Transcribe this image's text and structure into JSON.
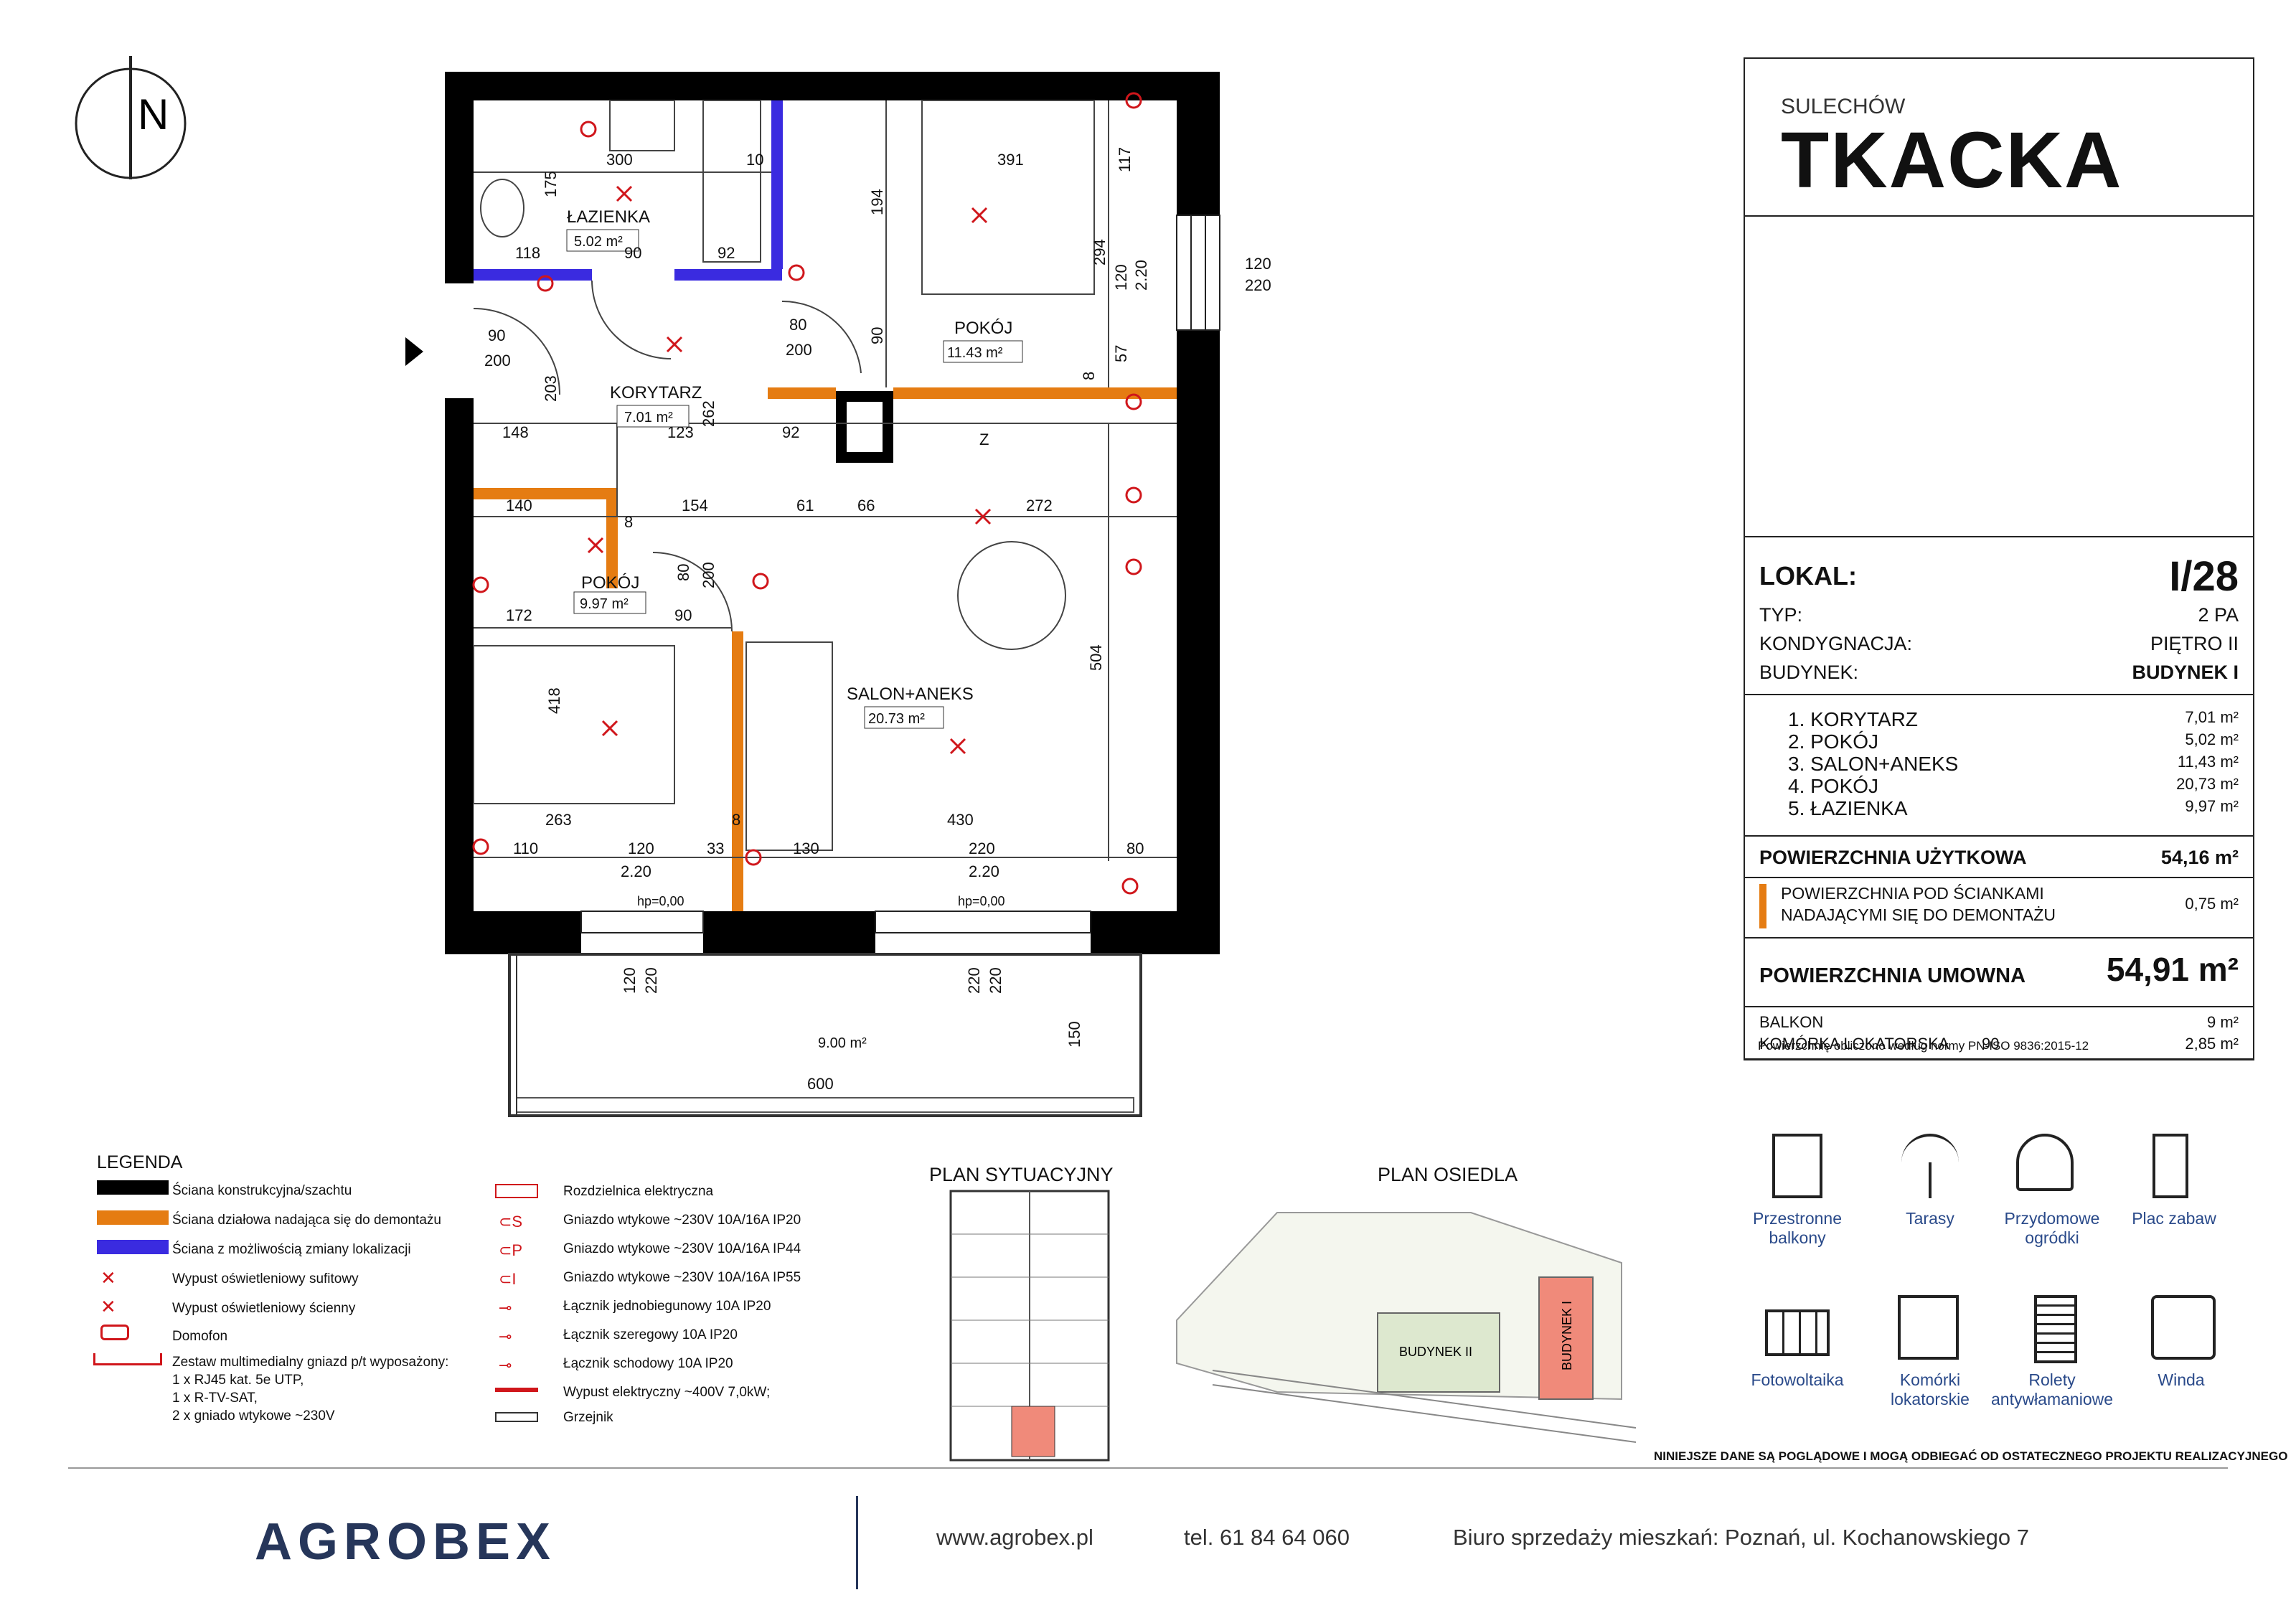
{
  "north_label": "N",
  "info": {
    "city": "SULECHÓW",
    "project": "TKACKA",
    "lokal_label": "LOKAL:",
    "lokal_value": "I/28",
    "typ_label": "TYP:",
    "typ_value": "2 PA",
    "kondygnacja_label": "KONDYGNACJA:",
    "kondygnacja_value": "PIĘTRO II",
    "budynek_label": "BUDYNEK:",
    "budynek_value": "BUDYNEK I",
    "rooms": [
      {
        "name": "1. KORYTARZ",
        "area": "7,01 m²"
      },
      {
        "name": "2. POKÓJ",
        "area": "5,02 m²"
      },
      {
        "name": "3. SALON+ANEKS",
        "area": "11,43 m²"
      },
      {
        "name": "4. POKÓJ",
        "area": "20,73 m²"
      },
      {
        "name": "5. ŁAZIENKA",
        "area": "9,97 m²"
      }
    ],
    "uzytkowa_label": "POWIERZCHNIA UŻYTKOWA",
    "uzytkowa_value": "54,16 m²",
    "demontaz_label_1": "POWIERZCHNIA POD ŚCIANKAMI",
    "demontaz_label_2": "NADAJĄCYMI SIĘ DO DEMONTAŻU",
    "demontaz_value": "0,75 m²",
    "umowna_label": "POWIERZCHNIA UMOWNA",
    "umowna_value": "54,91 m²",
    "balkon_label": "BALKON",
    "balkon_value": "9 m²",
    "komorka_label": "KOMÓRKA LOKATORSKA",
    "komorka_num": "90",
    "komorka_value": "2,85 m²",
    "norm_note": "Powierzchnię obliczono według normy PN-ISO 9836:2015-12"
  },
  "rooms_on_plan": {
    "lazienka": {
      "name": "ŁAZIENKA",
      "area": "5.02 m²"
    },
    "korytarz": {
      "name": "KORYTARZ",
      "area": "7.01 m²"
    },
    "pokoj_large": {
      "name": "POKÓJ",
      "area": "11.43 m²"
    },
    "pokoj_small": {
      "name": "POKÓJ",
      "area": "9.97 m²"
    },
    "salon": {
      "name": "SALON+ANEKS",
      "area": "20.73 m²"
    },
    "balcony_area": "9.00 m²"
  },
  "dims": {
    "d300": "300",
    "d10": "10",
    "d391": "391",
    "d117": "117",
    "d175": "175",
    "d194": "194",
    "d118": "118",
    "d90": "90",
    "d92": "92",
    "d294": "294",
    "d120": "120",
    "d220": "220",
    "d200": "200",
    "d80": "80",
    "d203": "203",
    "d262": "262",
    "d8": "8",
    "d57": "57",
    "d148": "148",
    "d123": "123",
    "d140": "140",
    "d154": "154",
    "d61": "61",
    "d66": "66",
    "d272": "272",
    "d172": "172",
    "d418": "418",
    "d504": "504",
    "d263": "263",
    "d430": "430",
    "d110": "110",
    "d33": "33",
    "d130": "130",
    "d150": "150",
    "d600": "600",
    "d220b": "2.20",
    "hp": "hp=0,00",
    "z": "Z"
  },
  "legend": {
    "title": "LEGENDA",
    "left": [
      "Ściana konstrukcyjna/szachtu",
      "Ściana działowa nadająca się do demontażu",
      "Ściana z możliwością zmiany lokalizacji",
      "Wypust oświetleniowy sufitowy",
      "Wypust oświetleniowy ścienny",
      "Domofon",
      "Zestaw multimedialny gniazd p/t wyposażony:",
      "1 x RJ45 kat. 5e UTP,",
      "1 x R-TV-SAT,",
      "2 x gniado wtykowe ~230V"
    ],
    "right": [
      "Rozdzielnica elektryczna",
      "Gniazdo wtykowe ~230V 10A/16A IP20",
      "Gniazdo wtykowe ~230V 10A/16A IP44",
      "Gniazdo wtykowe ~230V 10A/16A IP55",
      "Łącznik jednobiegunowy 10A IP20",
      "Łącznik szeregowy 10A IP20",
      "Łącznik schodowy 10A IP20",
      "Wypust elektryczny ~400V 7,0kW;",
      "Grzejnik"
    ],
    "colors": {
      "konstrukcyjna": "#000000",
      "dzialowa": "#e57c12",
      "zmiana": "#3a2be0"
    }
  },
  "plan_sytuacyjny": "PLAN SYTUACYJNY",
  "plan_osiedla": "PLAN OSIEDLA",
  "budynek_ii": "BUDYNEK II",
  "budynek_i": "BUDYNEK I",
  "amenities": [
    {
      "icon": "balcony-icon",
      "label1": "Przestronne",
      "label2": "balkony"
    },
    {
      "icon": "terrace-icon",
      "label1": "Tarasy",
      "label2": ""
    },
    {
      "icon": "garden-icon",
      "label1": "Przydomowe",
      "label2": "ogródki"
    },
    {
      "icon": "playground-icon",
      "label1": "Plac zabaw",
      "label2": ""
    },
    {
      "icon": "solar-icon",
      "label1": "Fotowoltaika",
      "label2": ""
    },
    {
      "icon": "storage-icon",
      "label1": "Komórki",
      "label2": "lokatorskie"
    },
    {
      "icon": "shutters-icon",
      "label1": "Rolety",
      "label2": "antywłamaniowe"
    },
    {
      "icon": "elevator-icon",
      "label1": "Winda",
      "label2": ""
    }
  ],
  "disclaimer": "NINIEJSZE DANE SĄ POGLĄDOWE I MOGĄ ODBIEGAĆ OD OSTATECZNEGO PROJEKTU REALIZACYJNEGO",
  "footer": {
    "brand": "AGROBEX",
    "www": "www.agrobex.pl",
    "tel": "tel. 61 84 64 060",
    "biuro": "Biuro sprzedaży mieszkań: Poznań, ul. Kochanowskiego 7"
  }
}
